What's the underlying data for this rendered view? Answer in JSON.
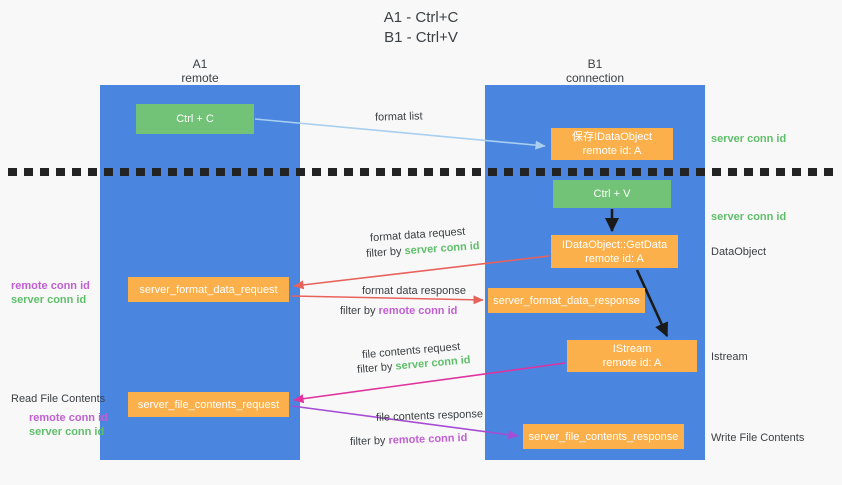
{
  "title": {
    "line1": "A1 - Ctrl+C",
    "line2": "B1 - Ctrl+V"
  },
  "lanes": [
    {
      "id": "a1",
      "name": "A1",
      "role": "remote"
    },
    {
      "id": "b1",
      "name": "B1",
      "role": "connection"
    }
  ],
  "nodes": {
    "ctrl_c": {
      "line1": "Ctrl + C",
      "line2": "",
      "color": "#72c278"
    },
    "save_ido": {
      "line1": "保存IDataObject",
      "line2": "remote id: A",
      "color": "#fbb04c"
    },
    "ctrl_v": {
      "line1": "Ctrl + V",
      "line2": "",
      "color": "#72c278"
    },
    "getdata": {
      "line1": "IDataObject::GetData",
      "line2": "remote id: A",
      "color": "#fbb04c"
    },
    "istream": {
      "line1": "IStream",
      "line2": "remote id: A",
      "color": "#fbb04c"
    },
    "fmt_req": {
      "line1": "server_format_data_request",
      "line2": "",
      "color": "#fbb04c"
    },
    "fmt_resp": {
      "line1": "server_format_data_response",
      "line2": "",
      "color": "#fbb04c"
    },
    "file_req": {
      "line1": "server_file_contents_request",
      "line2": "",
      "color": "#fbb04c"
    },
    "file_resp": {
      "line1": "server_file_contents_response",
      "line2": "",
      "color": "#fbb04c"
    }
  },
  "edge_labels": {
    "format_list": "format list",
    "fmt_req": "format data request",
    "fmt_req_filter_prefix": "filter by ",
    "fmt_req_filter_value": "server conn id",
    "fmt_resp": "format data response",
    "fmt_resp_filter_prefix": "filter by ",
    "fmt_resp_filter_value": "remote conn id",
    "file_req": "file contents request",
    "file_req_filter_prefix": "filter by ",
    "file_req_filter_value": "server conn id",
    "file_resp": "file contents response",
    "file_resp_filter_prefix": "filter by ",
    "file_resp_filter_value": "remote conn id"
  },
  "annotations": {
    "server_conn_id_top": "server conn id",
    "server_conn_id_mid": "server conn id",
    "dataobject": "DataObject",
    "istream": "Istream",
    "write_file_contents": "Write File Contents",
    "read_file_contents": "Read File Contents",
    "remote_conn_id_a": "remote conn id",
    "server_conn_id_a": "server conn id",
    "remote_conn_id_b": "remote conn id",
    "server_conn_id_b": "server conn id"
  },
  "colors": {
    "lane_blue": "#4a86e0",
    "node_green": "#72c278",
    "node_orange": "#fbb04c",
    "server_conn_green": "#5fbf6a",
    "remote_conn_purple": "#c25fd4",
    "arrow_lightblue": "#a8cef0",
    "arrow_red": "#e8625c",
    "arrow_magenta": "#e0339e",
    "arrow_purple": "#a64dd4",
    "arrow_black": "#1a1a1a",
    "background": "#f8f8f8",
    "text": "#3c4043"
  }
}
